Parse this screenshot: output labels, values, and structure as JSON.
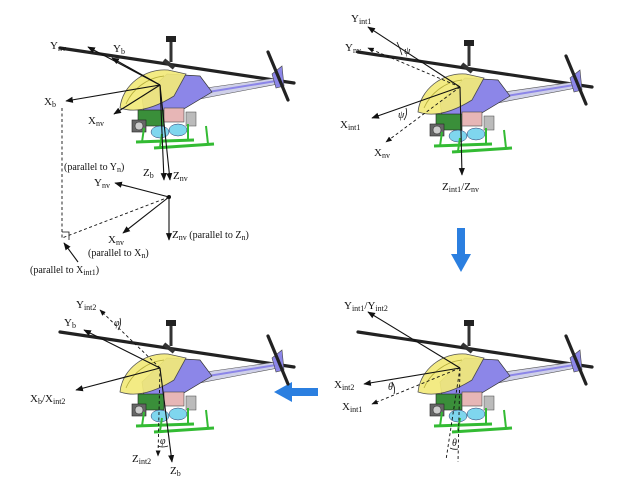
{
  "panels": {
    "p1": {
      "ynv": "Y",
      "ynv_sub": "nv",
      "yb": "Y",
      "yb_sub": "b",
      "xb": "X",
      "xb_sub": "b",
      "xnv": "X",
      "xnv_sub": "nv",
      "zb": "Z",
      "zb_sub": "b",
      "znv": "Z",
      "znv_sub": "nv",
      "par_yn": "(parallel to Y",
      "par_yn_sub": "n",
      "par_yn_end": ")",
      "ynv2": "Y",
      "ynv2_sub": "nv",
      "xnv2": "X",
      "xnv2_sub": "nv",
      "par_xn": "(parallel to X",
      "par_xn_sub": "n",
      "par_xn_end": ")",
      "znv2": "Z",
      "znv2_sub": "nv",
      "par_zn": "(parallel to Z",
      "par_zn_sub": "n",
      "par_zn_end": ")",
      "par_xint1": "(parallel to X",
      "par_xint1_sub": "int1",
      "par_xint1_end": ")"
    },
    "p2": {
      "yint1": "Y",
      "yint1_sub": "int1",
      "ynv": "Y",
      "ynv_sub": "nv",
      "psi1": "ψ",
      "xint1": "X",
      "xint1_sub": "int1",
      "psi2": "ψ",
      "xnv": "X",
      "xnv_sub": "nv",
      "zint1": "Z",
      "zint1_sub": "int1",
      "slash": "/",
      "znv": "Z",
      "znv_sub": "nv"
    },
    "p3": {
      "yint1": "Y",
      "yint1_sub": "int1",
      "slash": "/",
      "yint2": "Y",
      "yint2_sub": "int2",
      "xint2": "X",
      "xint2_sub": "int2",
      "theta1": "θ",
      "xint1": "X",
      "xint1_sub": "int1",
      "theta2": "θ"
    },
    "p4": {
      "yint2": "Y",
      "yint2_sub": "int2",
      "yb": "Y",
      "yb_sub": "b",
      "phi1": "φ",
      "xb": "X",
      "xb_sub": "b",
      "slash": "/",
      "xint2": "X",
      "xint2_sub": "int2",
      "zint2": "Z",
      "zint2_sub": "int2",
      "phi2": "φ",
      "zb": "Z",
      "zb_sub": "b"
    }
  },
  "colors": {
    "canopy": "#f2ea7a",
    "body": "#8c86e8",
    "landing_gear": "#33bb33",
    "tanks": "#7fd6ee",
    "electronics": "#3a8f3a",
    "flow_arrow": "#2b7fe0"
  },
  "icons": {
    "flow_down": "arrow-down-icon",
    "flow_left": "arrow-left-icon"
  }
}
